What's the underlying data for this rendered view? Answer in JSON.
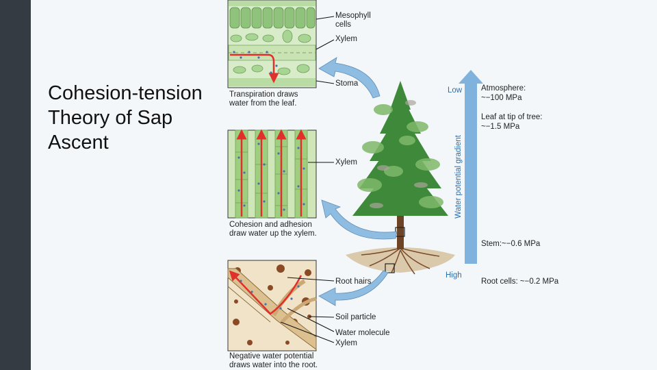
{
  "slide": {
    "title": "Cohesion-tension\nTheory of Sap\nAscent"
  },
  "leaf_panel": {
    "labels": {
      "mesophyll": "Mesophyll\ncells",
      "xylem": "Xylem",
      "stoma": "Stoma"
    },
    "caption": "Transpiration draws\nwater from the leaf."
  },
  "stem_panel": {
    "labels": {
      "xylem": "Xylem"
    },
    "caption": "Cohesion and adhesion\ndraw water up the xylem."
  },
  "root_panel": {
    "labels": {
      "root_hairs": "Root hairs",
      "soil_particle": "Soil particle",
      "water_molecule": "Water molecule",
      "xylem": "Xylem"
    },
    "caption": "Negative water potential\ndraws water into the root."
  },
  "gradient": {
    "axis_label": "Water potential gradient",
    "low": "Low",
    "high": "High",
    "levels": [
      {
        "name": "Atmosphere:",
        "value": "~−100 MPa"
      },
      {
        "name": "Leaf at tip of tree:",
        "value": "~−1.5 MPa"
      },
      {
        "name": "Stem:",
        "value": "~−0.6 MPa"
      },
      {
        "name": "Root cells:",
        "value": "~−0.2 MPa"
      }
    ]
  },
  "colors": {
    "sidebar": "#353b42",
    "background": "#f3f7fa",
    "arrow_blue": "#7fb3dd",
    "water_path": "#e0302b",
    "water_dots": "#4a6fb5",
    "leaf_green": "#9ccc88",
    "tree_green": "#3f8a3a",
    "soil": "#8a4a25"
  }
}
